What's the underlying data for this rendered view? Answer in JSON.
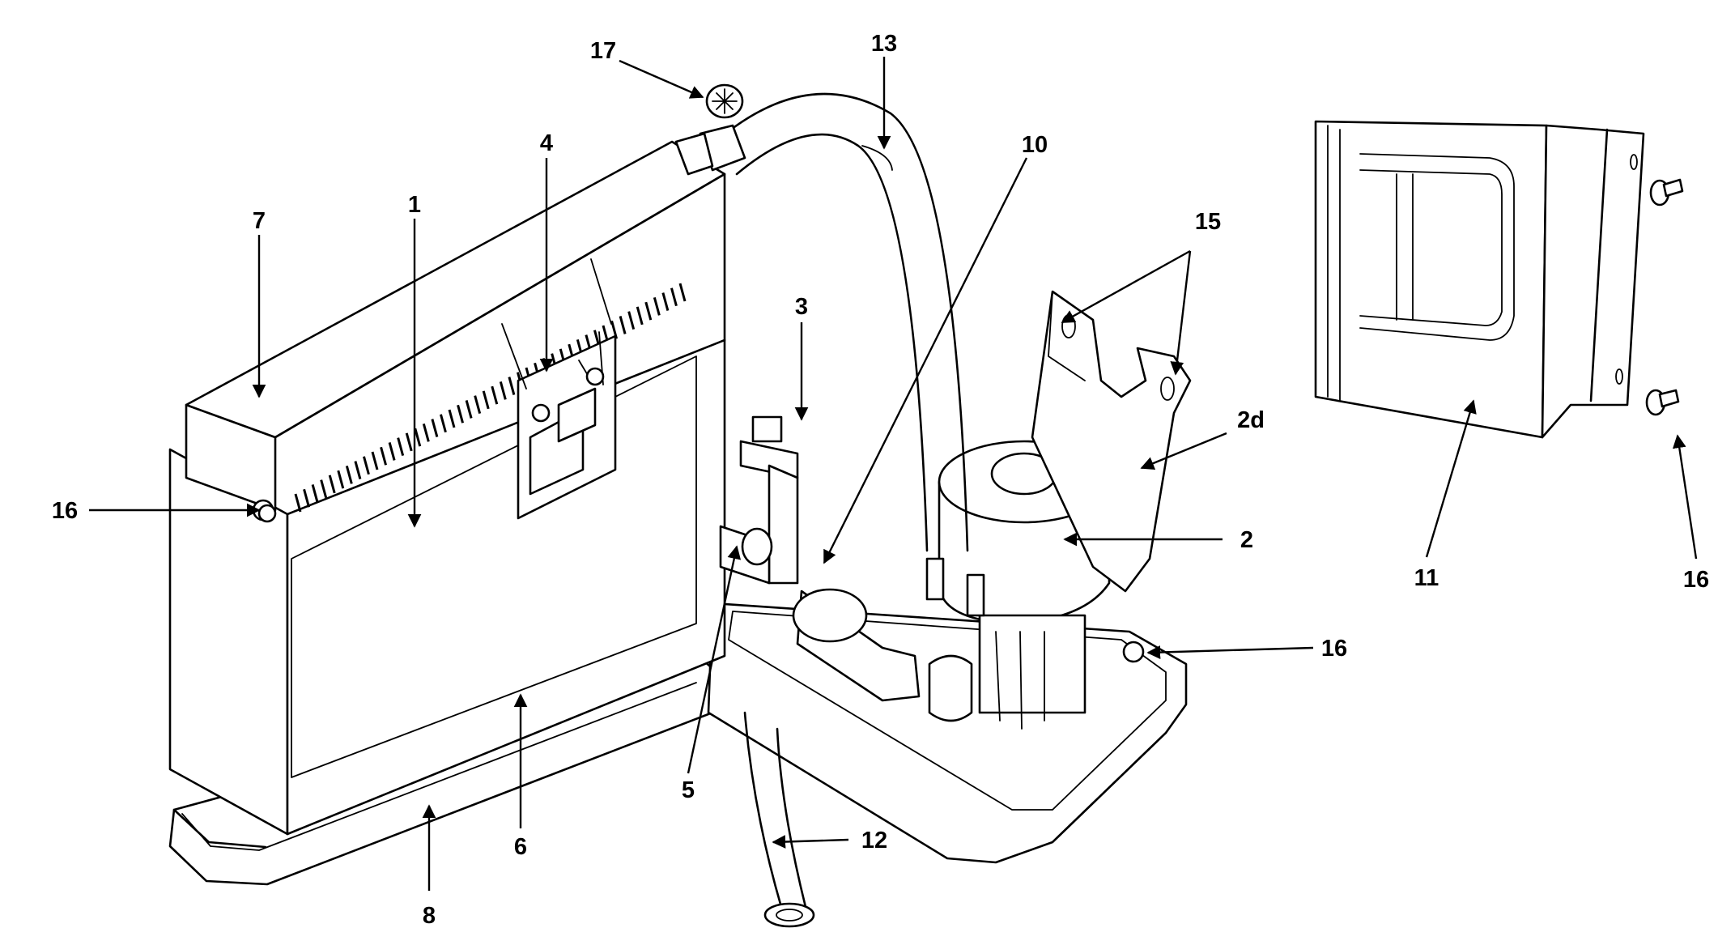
{
  "diagram": {
    "callouts": [
      "17",
      "13",
      "10",
      "4",
      "7",
      "1",
      "15",
      "3",
      "2d",
      "16",
      "2",
      "16",
      "5",
      "6",
      "12",
      "8",
      "11",
      "16"
    ]
  },
  "colors": {
    "line": "#000000",
    "background": "#ffffff"
  }
}
